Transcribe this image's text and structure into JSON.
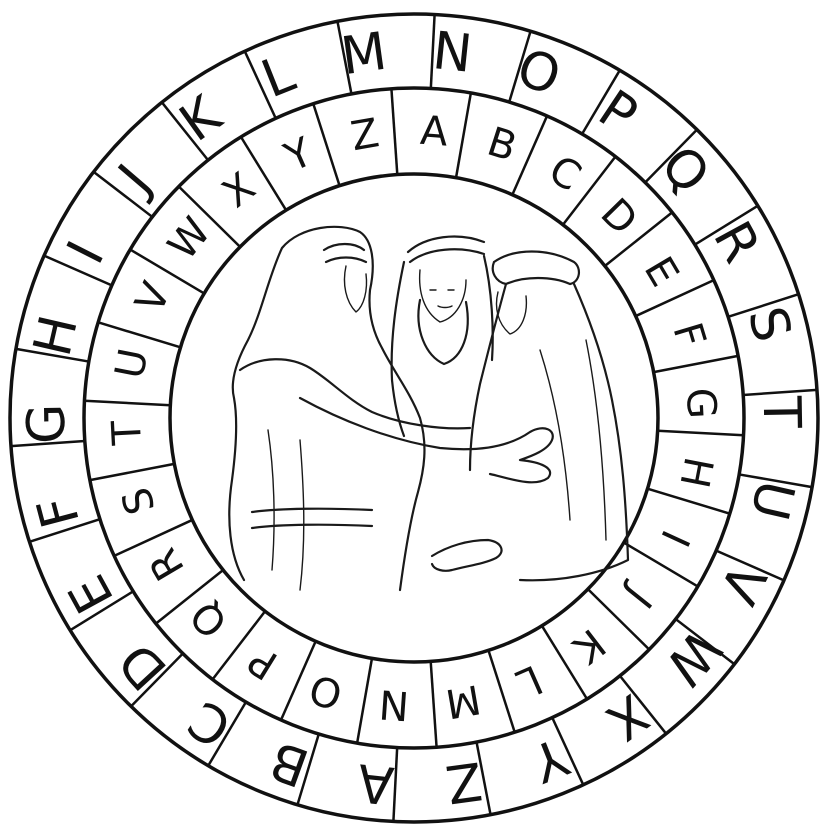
{
  "cipher_wheel": {
    "outer_letters": [
      "A",
      "B",
      "C",
      "D",
      "E",
      "F",
      "G",
      "H",
      "I",
      "J",
      "K",
      "L",
      "M",
      "N",
      "O",
      "P",
      "Q",
      "R",
      "S",
      "T",
      "U",
      "V",
      "W",
      "X",
      "Y",
      "Z"
    ],
    "inner_letters": [
      "A",
      "B",
      "C",
      "D",
      "E",
      "F",
      "G",
      "H",
      "I",
      "J",
      "K",
      "L",
      "M",
      "N",
      "O",
      "P",
      "Q",
      "R",
      "S",
      "T",
      "U",
      "V",
      "W",
      "X",
      "Y",
      "Z"
    ],
    "outer_start_letter": "N",
    "inner_start_letter": "A",
    "illustration": "three-figures-embracing",
    "line_color": "#111111",
    "background_color": "#ffffff"
  }
}
